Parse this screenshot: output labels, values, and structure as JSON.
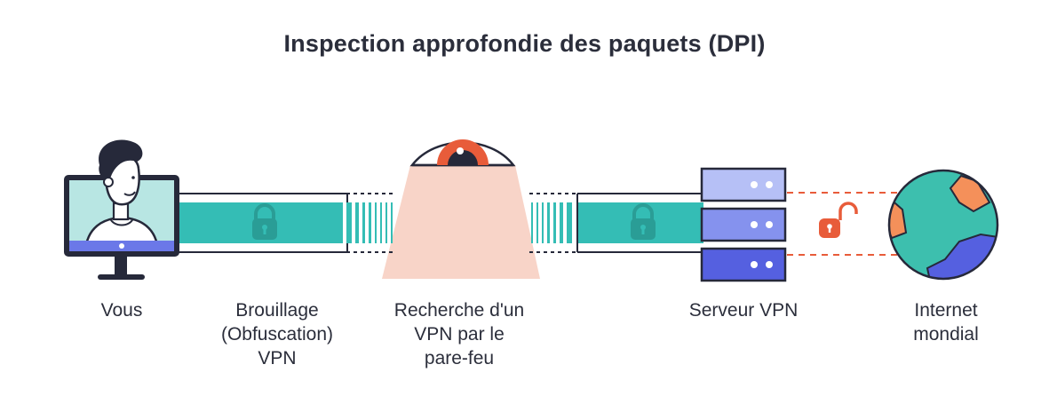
{
  "title": "Inspection approfondie des paquets (DPI)",
  "labels": {
    "you": "Vous",
    "obfuscation_line1": "Brouillage",
    "obfuscation_line2": "(Obfuscation)",
    "obfuscation_line3": "VPN",
    "firewall_line1": "Recherche d'un",
    "firewall_line2": "VPN par le",
    "firewall_line3": "pare-feu",
    "server": "Serveur VPN",
    "internet_line1": "Internet",
    "internet_line2": "mondial"
  },
  "colors": {
    "tunnel": "#34bdb5",
    "lock": "#2a9d96",
    "outline": "#26293a",
    "screen": "#b8e6e3",
    "monitor_base": "#6b78e8",
    "beam": "#f8d4c8",
    "eye": "#e85c3a",
    "server_1": "#b6c0f6",
    "server_2": "#8592ee",
    "server_3": "#5560e0",
    "ocean": "#3dbfae",
    "land_orange": "#f4905a",
    "land_blue": "#5560e0",
    "open_lock": "#e85c3a"
  },
  "icons": {
    "user": "person-icon",
    "monitor": "monitor-icon",
    "tunnel_lock": "lock-icon",
    "firewall": "eye-icon",
    "server": "server-stack-icon",
    "unlocked": "open-lock-icon",
    "internet": "globe-icon"
  }
}
